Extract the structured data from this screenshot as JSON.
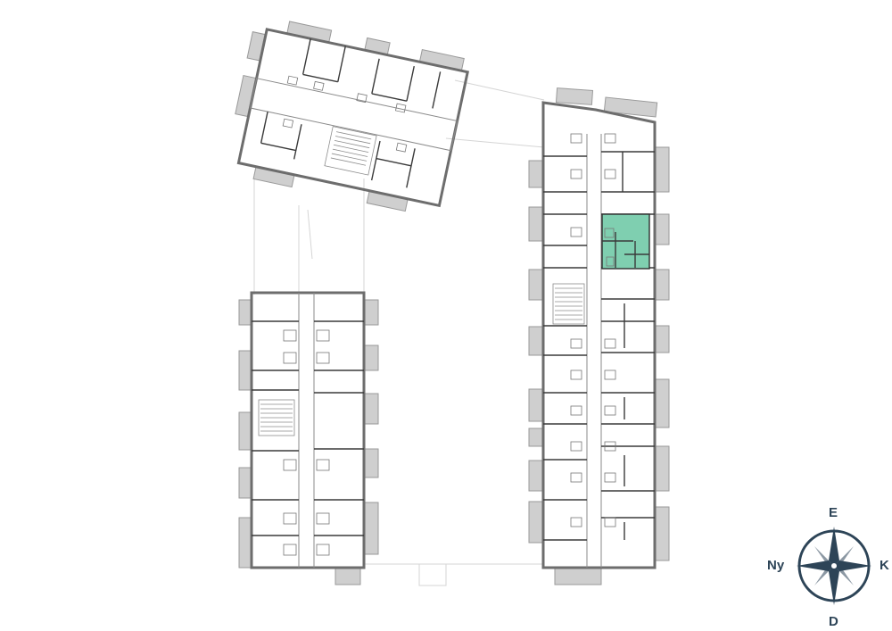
{
  "compass": {
    "north": "E",
    "south": "D",
    "west": "Ny",
    "east": "K",
    "color": "#2d4457"
  },
  "plan": {
    "highlight_color": "#7fcfb0",
    "wall_color": "#6d6d6d",
    "balcony_color": "#cfcfcf",
    "selected_unit": "highlighted-apartment"
  }
}
